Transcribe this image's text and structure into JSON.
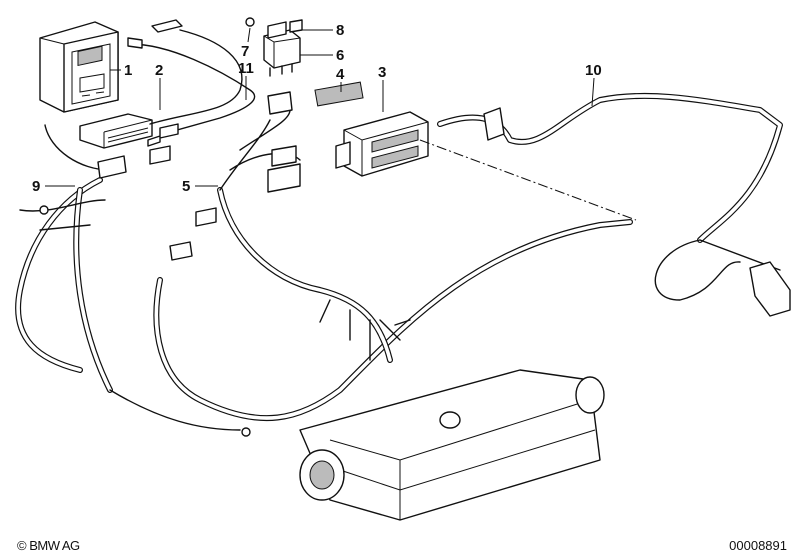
{
  "diagram": {
    "callouts": [
      "1",
      "2",
      "3",
      "4",
      "5",
      "6",
      "7",
      "8",
      "9",
      "10",
      "11"
    ]
  },
  "footer": {
    "copyright": "© BMW AG",
    "drawing_number": "00008891"
  }
}
